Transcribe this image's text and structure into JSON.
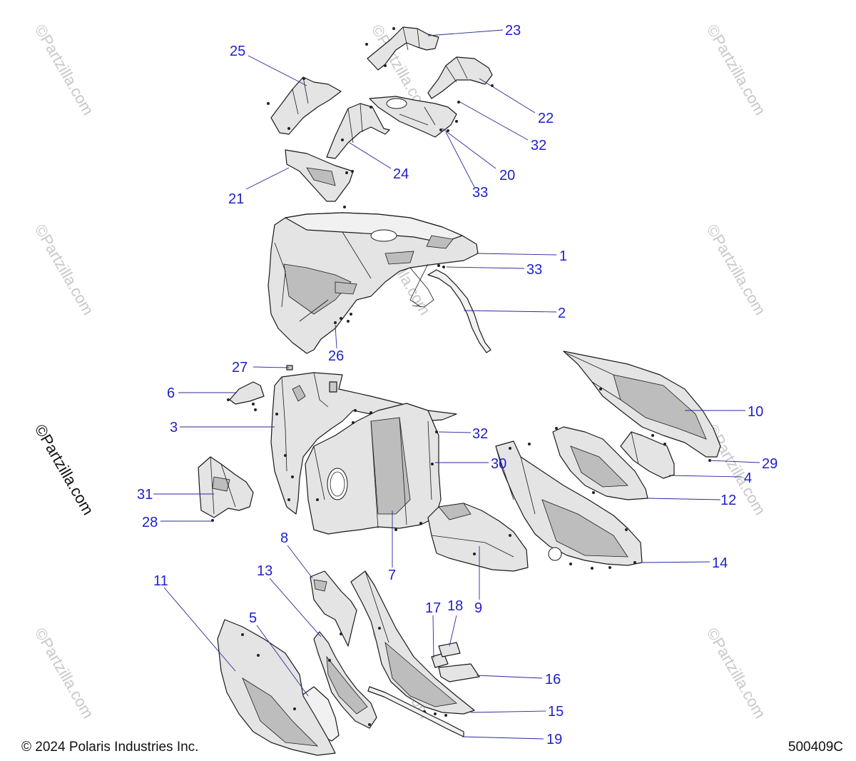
{
  "copyright": "© 2024 Polaris Industries Inc.",
  "diagram_id": "500409C",
  "watermark": "©Partzilla.com",
  "side_watermark": "©Partzilla.com",
  "callouts": [
    "1",
    "2",
    "3",
    "4",
    "5",
    "6",
    "7",
    "8",
    "9",
    "10",
    "11",
    "12",
    "13",
    "14",
    "15",
    "16",
    "17",
    "18",
    "19",
    "20",
    "21",
    "22",
    "23",
    "24",
    "25",
    "26",
    "27",
    "28",
    "29",
    "30",
    "31",
    "32",
    "32",
    "33",
    "33"
  ]
}
